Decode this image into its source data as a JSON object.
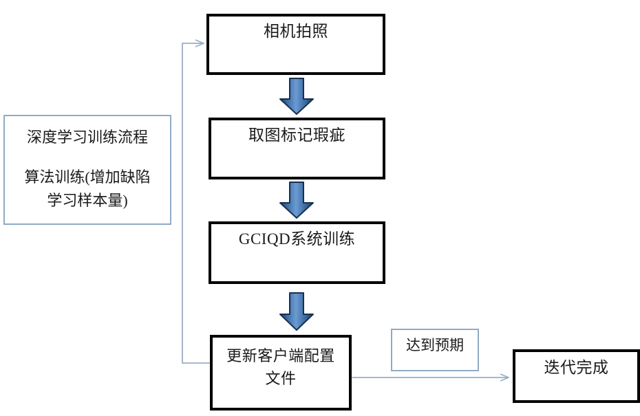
{
  "diagram": {
    "title_hidden": "",
    "colors": {
      "box_border": "#000000",
      "note_border": "#8faac4",
      "connector_line": "#9aadc6",
      "block_arrow_fill_light": "#5b8cc6",
      "block_arrow_fill_dark": "#1f3a5f",
      "background": "#ffffff",
      "text": "#1a1a1a"
    },
    "info_panel": {
      "name": "deep-learning-training-process-note",
      "line1": "深度学习训练流程",
      "line2": "算法训练(增加缺陷\n学习样本量)"
    },
    "process_nodes": [
      {
        "id": "capture",
        "label": "相机拍照"
      },
      {
        "id": "mark-defects",
        "label": "取图标记瑕疵"
      },
      {
        "id": "gciqd-training",
        "label": "GCIQD系统训练"
      },
      {
        "id": "update-config",
        "label": "更新客户端配置\n文件"
      },
      {
        "id": "iteration-done",
        "label": "迭代完成"
      }
    ],
    "labels": {
      "expectation": "达到预期"
    },
    "block_arrows": [
      {
        "id": "arrow-capture-to-mark",
        "from": "capture",
        "to": "mark-defects",
        "direction": "down"
      },
      {
        "id": "arrow-mark-to-training",
        "from": "mark-defects",
        "to": "gciqd-training",
        "direction": "down"
      },
      {
        "id": "arrow-training-to-config",
        "from": "gciqd-training",
        "to": "update-config",
        "direction": "down"
      }
    ],
    "connectors": [
      {
        "id": "feedback-loop",
        "from": "update-config",
        "to": "capture",
        "style": "thin-blue",
        "arrowhead": "open"
      },
      {
        "id": "to-iteration-done",
        "from": "update-config",
        "to": "iteration-done",
        "style": "thin-blue",
        "arrowhead": "open"
      }
    ]
  }
}
